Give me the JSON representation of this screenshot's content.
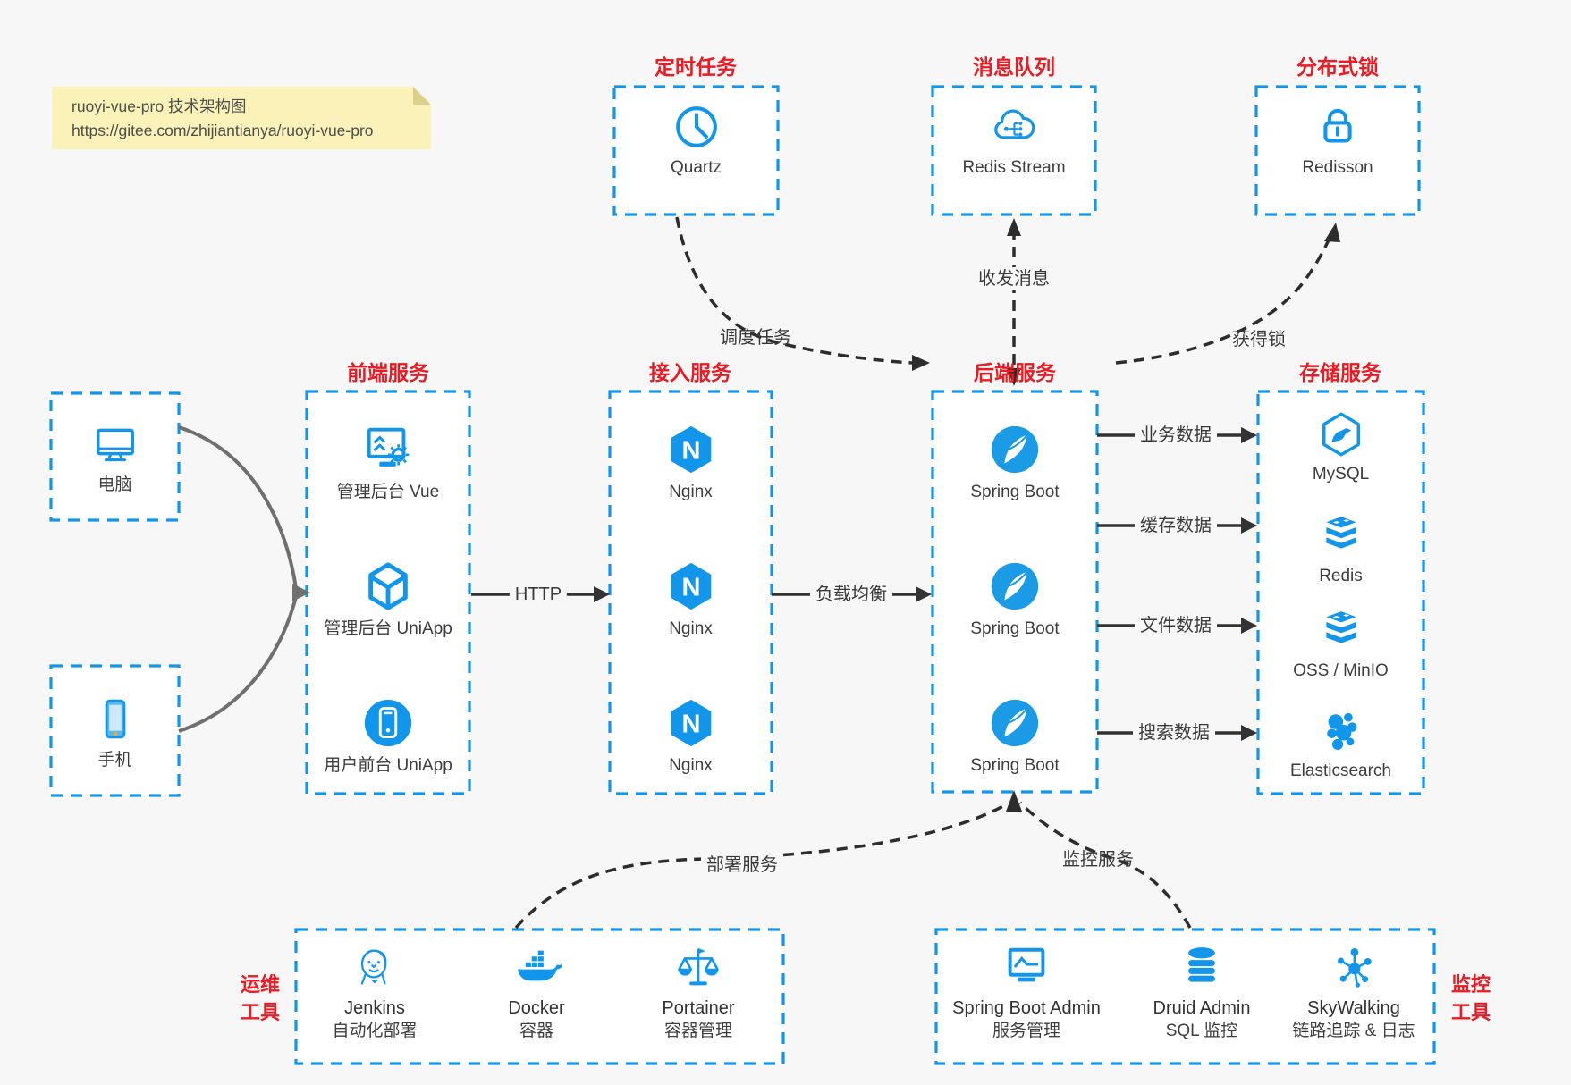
{
  "note": {
    "line1": "ruoyi-vue-pro 技术架构图",
    "line2": "https://gitee.com/zhijiantianya/ruoyi-vue-pro"
  },
  "colors": {
    "accent_blue": "#1296eb",
    "title_red": "#ea1b23",
    "box_fill": "#ffffff",
    "page_bg": "#f7f7f8",
    "arrow_dark": "#333333",
    "device_arrow_gray": "#6f6f6f",
    "note_yellow": "#faf2b8"
  },
  "groups": {
    "scheduler": {
      "title": "定时任务",
      "items": [
        {
          "label": "Quartz",
          "icon": "clock-icon"
        }
      ]
    },
    "mq": {
      "title": "消息队列",
      "items": [
        {
          "label": "Redis Stream",
          "icon": "cloud-stream-icon"
        }
      ]
    },
    "lock": {
      "title": "分布式锁",
      "items": [
        {
          "label": "Redisson",
          "icon": "lock-icon"
        }
      ]
    },
    "devices": {
      "items": [
        {
          "label": "电脑",
          "icon": "desktop-icon"
        },
        {
          "label": "手机",
          "icon": "smartphone-icon"
        }
      ]
    },
    "frontend": {
      "title": "前端服务",
      "items": [
        {
          "label": "管理后台 Vue",
          "icon": "admin-vue-icon"
        },
        {
          "label": "管理后台 UniApp",
          "icon": "cube-icon"
        },
        {
          "label": "用户前台 UniApp",
          "icon": "mobile-app-icon"
        }
      ]
    },
    "gateway": {
      "title": "接入服务",
      "items": [
        {
          "label": "Nginx",
          "icon": "nginx-icon"
        },
        {
          "label": "Nginx",
          "icon": "nginx-icon"
        },
        {
          "label": "Nginx",
          "icon": "nginx-icon"
        }
      ]
    },
    "backend": {
      "title": "后端服务",
      "items": [
        {
          "label": "Spring Boot",
          "icon": "spring-boot-icon"
        },
        {
          "label": "Spring Boot",
          "icon": "spring-boot-icon"
        },
        {
          "label": "Spring Boot",
          "icon": "spring-boot-icon"
        }
      ]
    },
    "storage": {
      "title": "存储服务",
      "items": [
        {
          "label": "MySQL",
          "icon": "mysql-icon"
        },
        {
          "label": "Redis",
          "icon": "redis-icon"
        },
        {
          "label": "OSS / MinIO",
          "icon": "oss-minio-icon"
        },
        {
          "label": "Elasticsearch",
          "icon": "elasticsearch-icon"
        }
      ]
    },
    "ops": {
      "side1": "运维",
      "side2": "工具",
      "items": [
        {
          "name": "Jenkins",
          "desc": "自动化部署",
          "icon": "jenkins-icon"
        },
        {
          "name": "Docker",
          "desc": "容器",
          "icon": "docker-icon"
        },
        {
          "name": "Portainer",
          "desc": "容器管理",
          "icon": "portainer-icon"
        }
      ]
    },
    "monitor": {
      "side1": "监控",
      "side2": "工具",
      "items": [
        {
          "name": "Spring Boot Admin",
          "desc": "服务管理",
          "icon": "spring-boot-admin-icon"
        },
        {
          "name": "Druid Admin",
          "desc": "SQL 监控",
          "icon": "druid-icon"
        },
        {
          "name": "SkyWalking",
          "desc": "链路追踪 & 日志",
          "icon": "skywalking-icon"
        }
      ]
    }
  },
  "edges": {
    "http": "HTTP",
    "lb": "负载均衡",
    "biz": "业务数据",
    "cache": "缓存数据",
    "file": "文件数据",
    "search": "搜索数据",
    "schedule": "调度任务",
    "message": "收发消息",
    "acquire_lock": "获得锁",
    "deploy": "部署服务",
    "monitor_svc": "监控服务"
  }
}
